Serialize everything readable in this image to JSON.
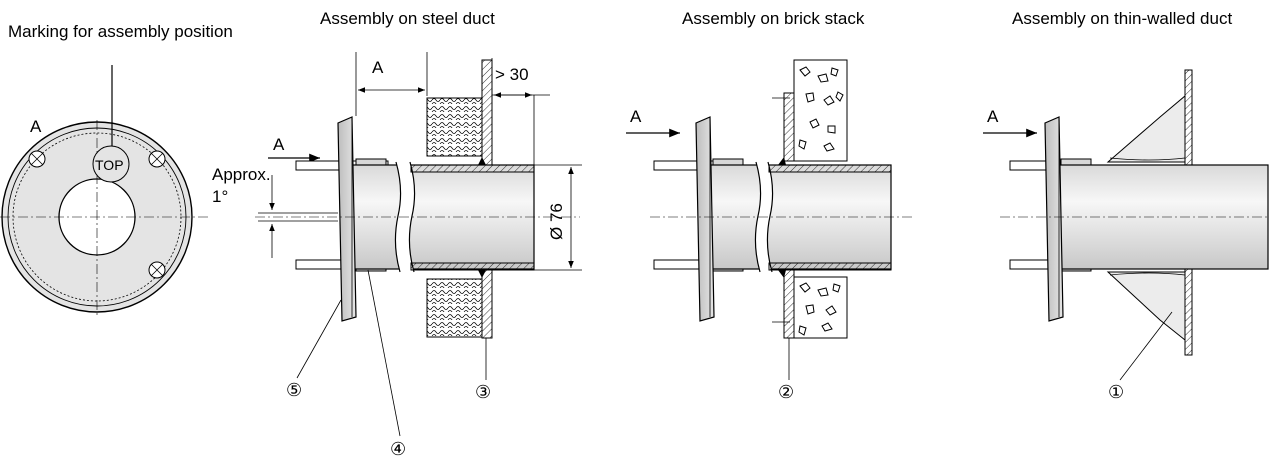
{
  "titles": {
    "marking": "Marking for assembly position",
    "steel": "Assembly on steel duct",
    "brick": "Assembly on brick stack",
    "thin": "Assembly on thin-walled duct"
  },
  "labels": {
    "view_a": "A",
    "top_mark": "TOP",
    "approx": "Approx.",
    "angle": "1°",
    "dim_a": "A",
    "dim_gt30": "> 30",
    "dim_dia": "Ø 76"
  },
  "callouts": {
    "c1": "①",
    "c2": "②",
    "c3": "③",
    "c4": "④",
    "c5": "⑤"
  }
}
